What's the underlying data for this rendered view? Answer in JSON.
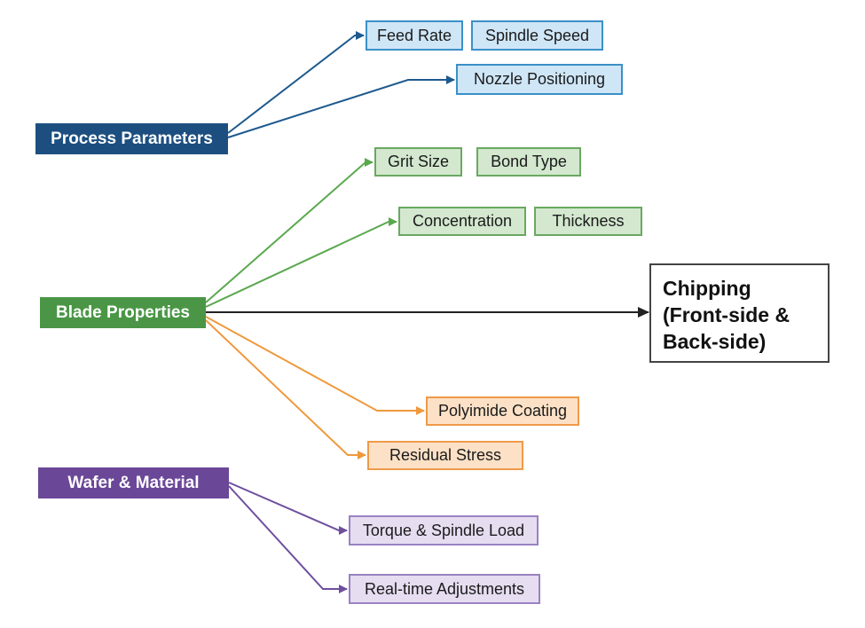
{
  "categories": {
    "process": {
      "label": "Process Parameters",
      "color": "#1c4f80"
    },
    "blade": {
      "label": "Blade Properties",
      "color": "#4a9646"
    },
    "wafer": {
      "label": "Wafer & Material",
      "color": "#6b4798"
    }
  },
  "factors": {
    "feed_rate": "Feed Rate",
    "spindle_speed": "Spindle Speed",
    "nozzle_positioning": "Nozzle Positioning",
    "grit_size": "Grit Size",
    "bond_type": "Bond Type",
    "concentration": "Concentration",
    "thickness": "Thickness",
    "polyimide_coating": "Polyimide Coating",
    "residual_stress": "Residual Stress",
    "torque_spindle_load": "Torque & Spindle Load",
    "realtime_adjustments": "Real-time Adjustments"
  },
  "outcome": {
    "line1": "Chipping",
    "line2": "(Front-side &",
    "line3": "Back-side)"
  },
  "colors": {
    "blue_line": "#1d5a8e",
    "green_line": "#5aa84e",
    "orange_line": "#f0983c",
    "purple_line": "#6e4f9e",
    "main_arrow": "#222222"
  }
}
